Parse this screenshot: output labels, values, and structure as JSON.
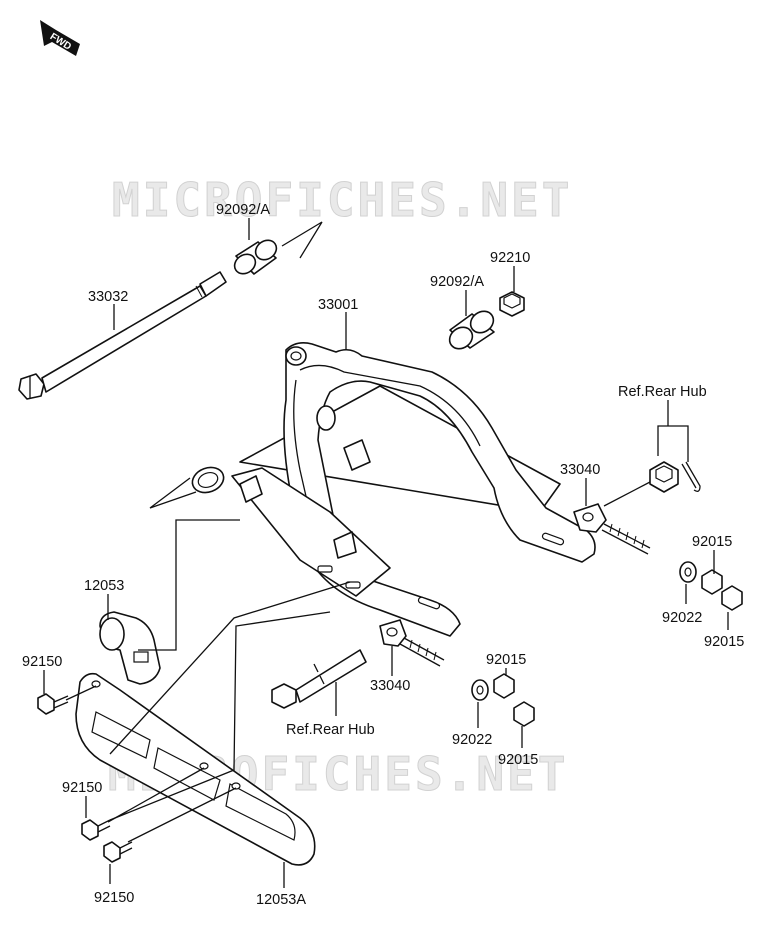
{
  "watermark": "MICROFICHES.NET",
  "fwd_label": "FWD",
  "labels": {
    "p92092a_top": "92092/A",
    "p92092a_mid": "92092/A",
    "p33032": "33032",
    "p92210": "92210",
    "p33001": "33001",
    "ref_rear_hub_top": "Ref.Rear Hub",
    "p33040_right": "33040",
    "p92015_r1": "92015",
    "p92022_r": "92022",
    "p92015_r2": "92015",
    "p12053": "12053",
    "p92150_a": "92150",
    "p33040_mid": "33040",
    "p92015_m1": "92015",
    "ref_rear_hub_mid": "Ref.Rear Hub",
    "p92022_m": "92022",
    "p92015_m2": "92015",
    "p92150_b": "92150",
    "p92150_c": "92150",
    "p12053a": "12053A"
  }
}
